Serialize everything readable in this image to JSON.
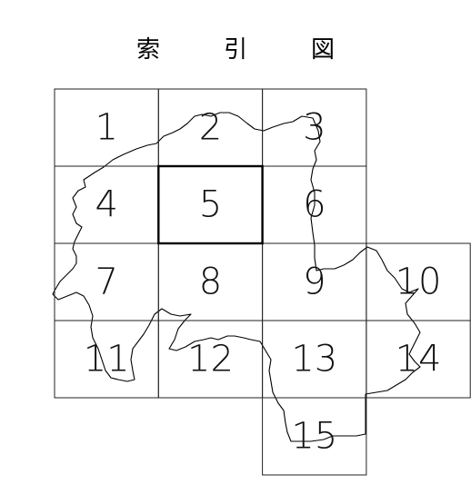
{
  "title": "索　引　図",
  "selected_sheet": "5",
  "sheets": [
    {
      "label": "1",
      "row": 0,
      "col": 0
    },
    {
      "label": "2",
      "row": 0,
      "col": 1
    },
    {
      "label": "3",
      "row": 0,
      "col": 2
    },
    {
      "label": "4",
      "row": 1,
      "col": 0
    },
    {
      "label": "5",
      "row": 1,
      "col": 1
    },
    {
      "label": "6",
      "row": 1,
      "col": 2
    },
    {
      "label": "7",
      "row": 2,
      "col": 0
    },
    {
      "label": "8",
      "row": 2,
      "col": 1
    },
    {
      "label": "9",
      "row": 2,
      "col": 2
    },
    {
      "label": "10",
      "row": 2,
      "col": 3
    },
    {
      "label": "11",
      "row": 3,
      "col": 0
    },
    {
      "label": "12",
      "row": 3,
      "col": 1
    },
    {
      "label": "13",
      "row": 3,
      "col": 2
    },
    {
      "label": "14",
      "row": 3,
      "col": 3
    },
    {
      "label": "15",
      "row": 4,
      "col": 2
    }
  ]
}
